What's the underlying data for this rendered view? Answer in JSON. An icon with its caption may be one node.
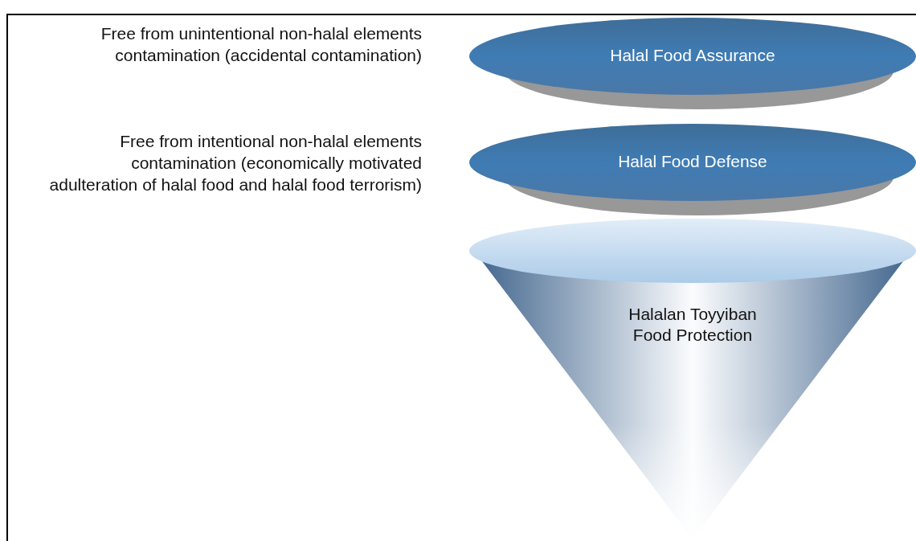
{
  "diagram": {
    "nodes": [
      {
        "text": [
          "Halal Food Assurance"
        ],
        "beside": [
          "Free from unintentional non-halal elements contamination (accidental contamination)"
        ]
      },
      {
        "text": [
          "Halal Food Defense"
        ],
        "beside": [
          "Free from intentional non-halal elements contamination (economically motivated adulteration of halal food and halal food terrorism)"
        ]
      },
      {
        "text": [
          "Halalan Toyyiban Food Protection"
        ]
      }
    ]
  }
}
